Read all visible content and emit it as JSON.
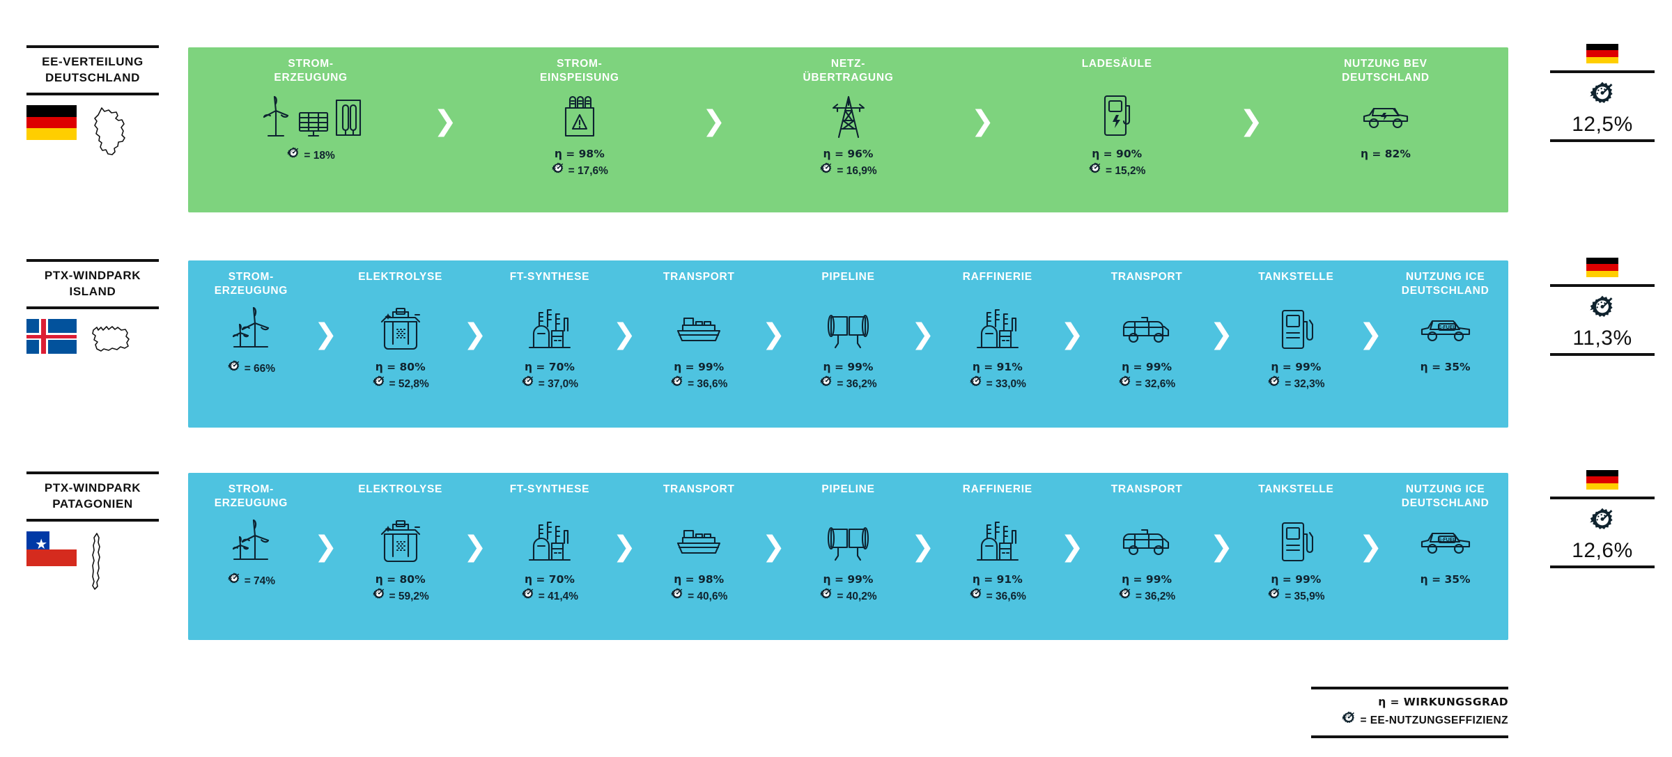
{
  "rows": [
    {
      "id": "ee-verteilung-deutschland",
      "caption_line1": "EE-VERTEILUNG",
      "caption_line2": "DEUTSCHLAND",
      "flag": "de",
      "map": "germany",
      "color": "#7ed37e",
      "stages": [
        {
          "label_line1": "STROM-",
          "label_line2": "ERZEUGUNG",
          "icon": "wind-solar-hydro-icon",
          "eta": "",
          "eff": "= 18%"
        },
        {
          "label_line1": "STROM-",
          "label_line2": "EINSPEISUNG",
          "icon": "transformer-icon",
          "eta": "η = 98%",
          "eff": "= 17,6%"
        },
        {
          "label_line1": "NETZ-",
          "label_line2": "ÜBERTRAGUNG",
          "icon": "pylon-icon",
          "eta": "η = 96%",
          "eff": "= 16,9%"
        },
        {
          "label_line1": "",
          "label_line2": "LADESÄULE",
          "icon": "charging-station-icon",
          "eta": "η = 90%",
          "eff": "= 15,2%"
        },
        {
          "label_line1": "NUTZUNG BEV",
          "label_line2": "DEUTSCHLAND",
          "icon": "electric-car-icon",
          "eta": "η = 82%",
          "eff": ""
        }
      ],
      "result": {
        "flag": "de",
        "value": "12,5%"
      }
    },
    {
      "id": "ptx-windpark-island",
      "caption_line1": "PTX-WINDPARK",
      "caption_line2": "ISLAND",
      "flag": "is",
      "map": "iceland",
      "color": "#4ec3e0",
      "stages": [
        {
          "label_line1": "STROM-",
          "label_line2": "ERZEUGUNG",
          "icon": "wind-turbines-icon",
          "eta": "",
          "eff": "= 66%"
        },
        {
          "label_line1": "",
          "label_line2": "ELEKTROLYSE",
          "icon": "electrolysis-icon",
          "eta": "η = 80%",
          "eff": "= 52,8%"
        },
        {
          "label_line1": "",
          "label_line2": "FT-SYNTHESE",
          "icon": "chemical-plant-icon",
          "eta": "η = 70%",
          "eff": "= 37,0%"
        },
        {
          "label_line1": "",
          "label_line2": "TRANSPORT",
          "icon": "cargo-ship-icon",
          "eta": "η = 99%",
          "eff": "= 36,6%"
        },
        {
          "label_line1": "",
          "label_line2": "PIPELINE",
          "icon": "pipeline-icon",
          "eta": "η = 99%",
          "eff": "= 36,2%"
        },
        {
          "label_line1": "",
          "label_line2": "RAFFINERIE",
          "icon": "refinery-icon",
          "eta": "η = 91%",
          "eff": "= 33,0%"
        },
        {
          "label_line1": "",
          "label_line2": "TRANSPORT",
          "icon": "tank-truck-icon",
          "eta": "η = 99%",
          "eff": "= 32,6%"
        },
        {
          "label_line1": "",
          "label_line2": "TANKSTELLE",
          "icon": "fuel-pump-icon",
          "eta": "η = 99%",
          "eff": "= 32,3%"
        },
        {
          "label_line1": "NUTZUNG ICE",
          "label_line2": "DEUTSCHLAND",
          "icon": "efuel-car-icon",
          "eta": "η = 35%",
          "eff": ""
        }
      ],
      "result": {
        "flag": "de",
        "value": "11,3%"
      }
    },
    {
      "id": "ptx-windpark-patagonien",
      "caption_line1": "PTX-WINDPARK",
      "caption_line2": "PATAGONIEN",
      "flag": "cl",
      "map": "chile",
      "color": "#4ec3e0",
      "stages": [
        {
          "label_line1": "STROM-",
          "label_line2": "ERZEUGUNG",
          "icon": "wind-turbines-icon",
          "eta": "",
          "eff": "= 74%"
        },
        {
          "label_line1": "",
          "label_line2": "ELEKTROLYSE",
          "icon": "electrolysis-icon",
          "eta": "η = 80%",
          "eff": "= 59,2%"
        },
        {
          "label_line1": "",
          "label_line2": "FT-SYNTHESE",
          "icon": "chemical-plant-icon",
          "eta": "η = 70%",
          "eff": "= 41,4%"
        },
        {
          "label_line1": "",
          "label_line2": "TRANSPORT",
          "icon": "cargo-ship-icon",
          "eta": "η = 98%",
          "eff": "= 40,6%"
        },
        {
          "label_line1": "",
          "label_line2": "PIPELINE",
          "icon": "pipeline-icon",
          "eta": "η = 99%",
          "eff": "= 40,2%"
        },
        {
          "label_line1": "",
          "label_line2": "RAFFINERIE",
          "icon": "refinery-icon",
          "eta": "η = 91%",
          "eff": "= 36,6%"
        },
        {
          "label_line1": "",
          "label_line2": "TRANSPORT",
          "icon": "tank-truck-icon",
          "eta": "η = 99%",
          "eff": "= 36,2%"
        },
        {
          "label_line1": "",
          "label_line2": "TANKSTELLE",
          "icon": "fuel-pump-icon",
          "eta": "η = 99%",
          "eff": "= 35,9%"
        },
        {
          "label_line1": "NUTZUNG ICE",
          "label_line2": "DEUTSCHLAND",
          "icon": "efuel-car-icon",
          "eta": "η = 35%",
          "eff": ""
        }
      ],
      "result": {
        "flag": "de",
        "value": "12,6%"
      }
    }
  ],
  "legend": {
    "eta_line": "η = WIRKUNGSGRAD",
    "eff_line": "= EE-NUTZUNGSEFFIZIENZ"
  },
  "colors": {
    "green_band": "#7ed37e",
    "blue_band": "#4ec3e0",
    "ink": "#111111",
    "label_text": "#ffffff"
  },
  "symbols": {
    "arrow": "❯",
    "eta": "η"
  }
}
